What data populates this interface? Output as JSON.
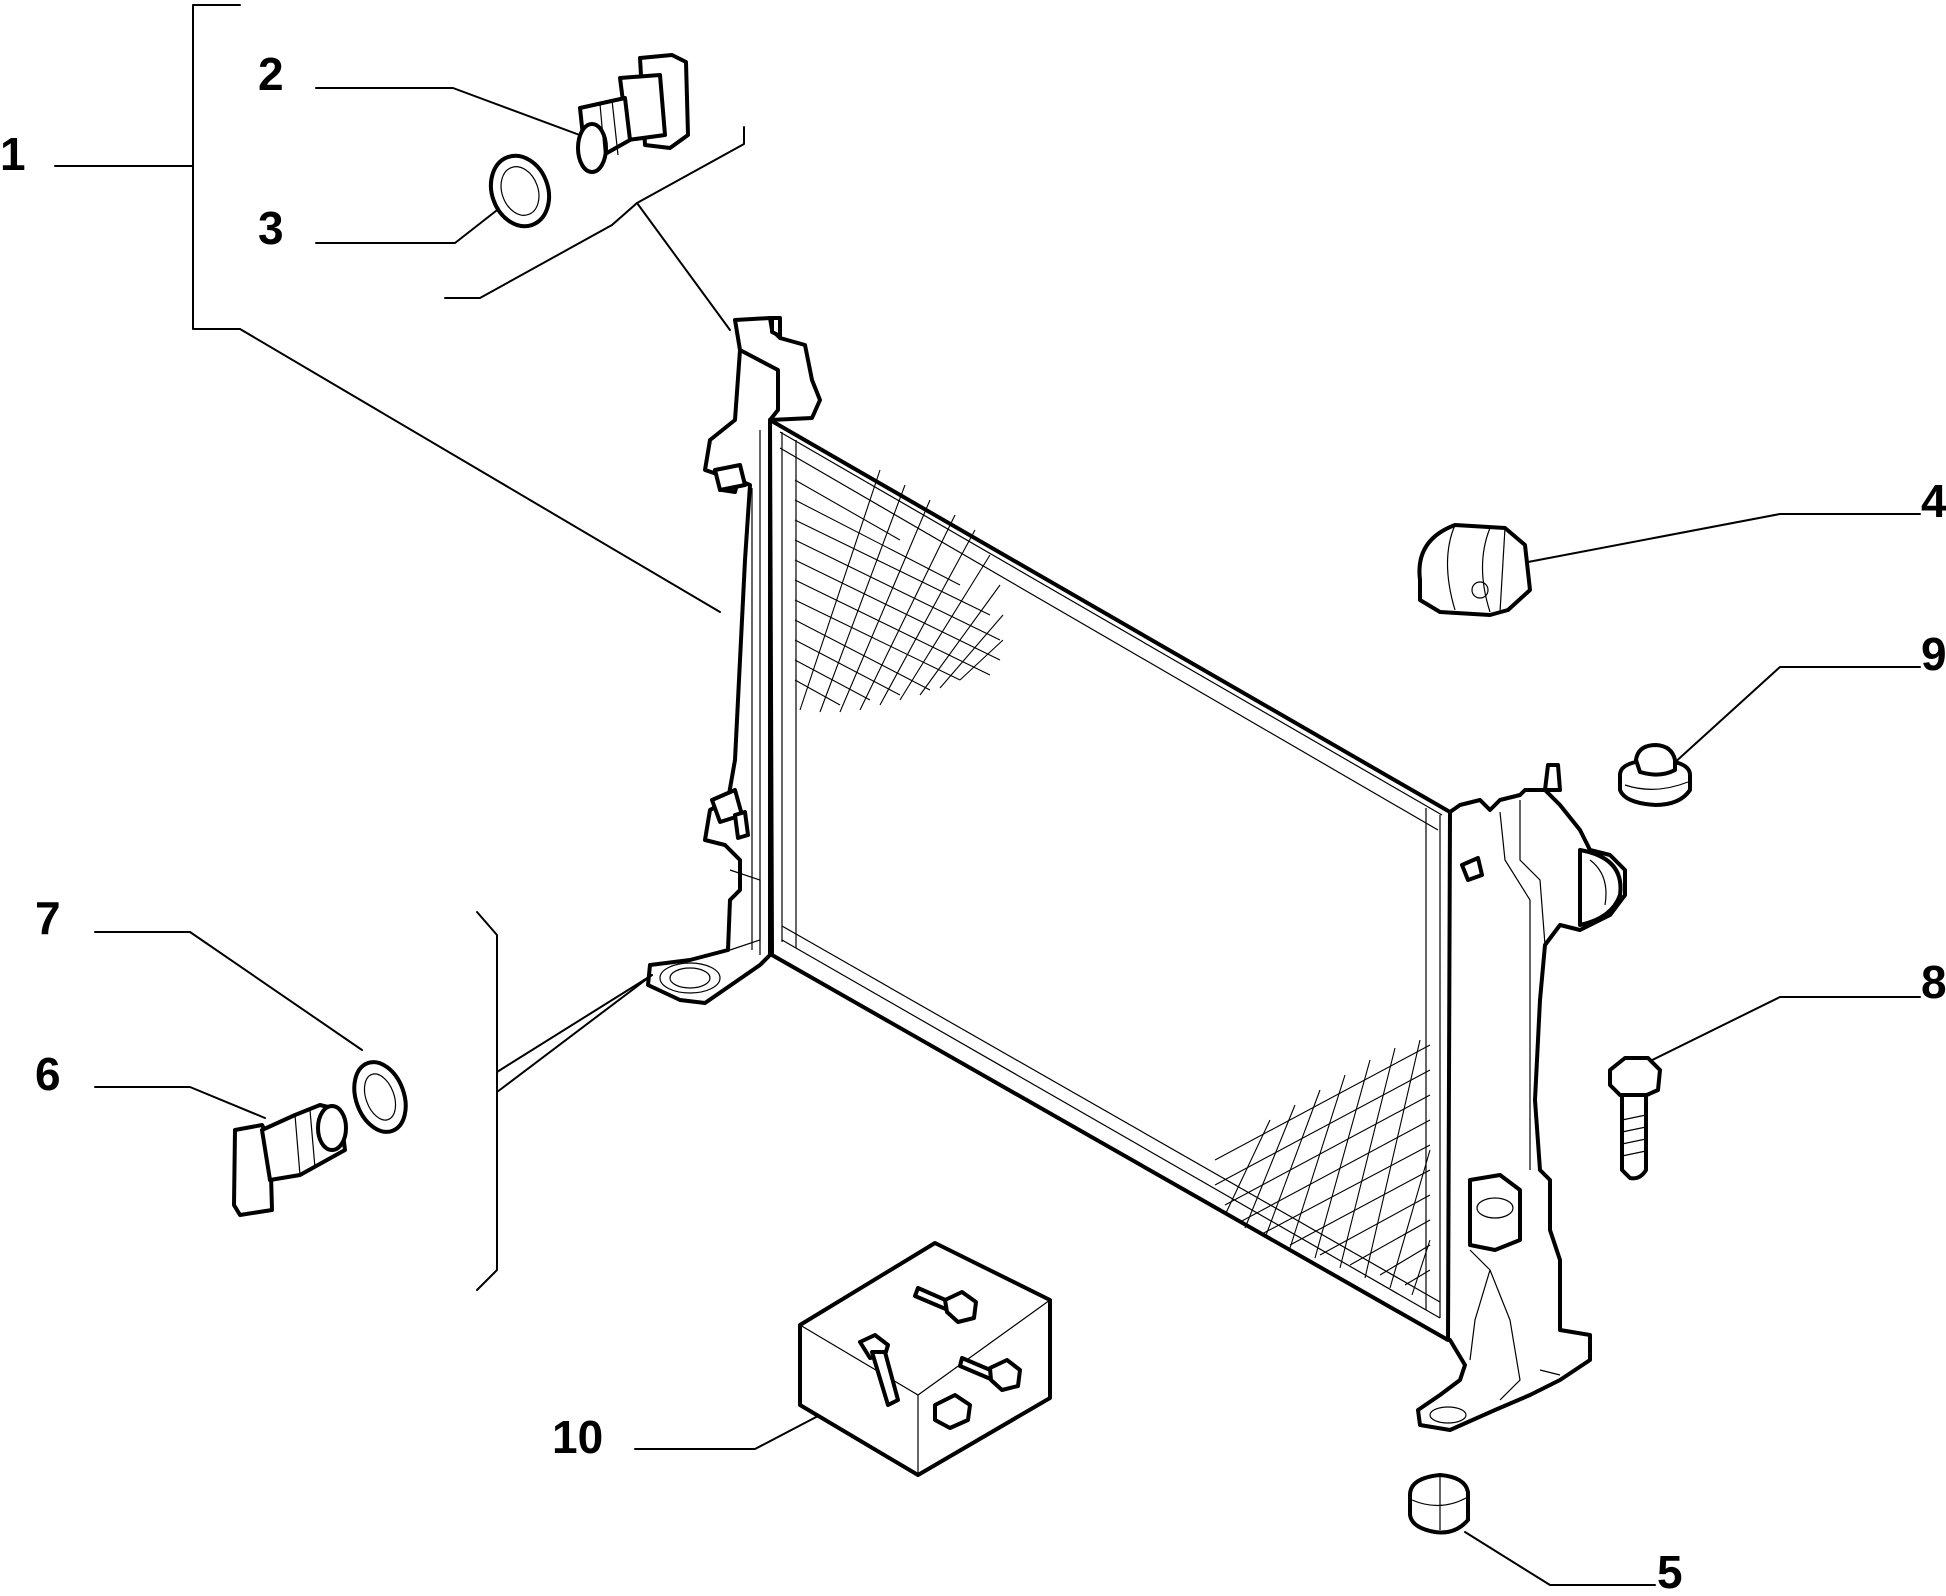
{
  "diagram": {
    "parts": [
      {
        "id": "1",
        "label": "1"
      },
      {
        "id": "2",
        "label": "2"
      },
      {
        "id": "3",
        "label": "3"
      },
      {
        "id": "4",
        "label": "4"
      },
      {
        "id": "5",
        "label": "5"
      },
      {
        "id": "6",
        "label": "6"
      },
      {
        "id": "7",
        "label": "7"
      },
      {
        "id": "8",
        "label": "8"
      },
      {
        "id": "9",
        "label": "9"
      },
      {
        "id": "10",
        "label": "10"
      }
    ]
  }
}
